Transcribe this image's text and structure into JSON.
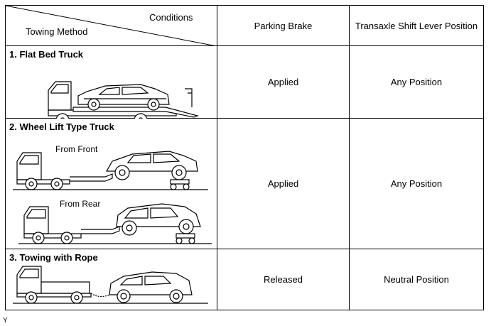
{
  "header": {
    "conditions": "Conditions",
    "towing_method": "Towing Method",
    "parking_brake": "Parking Brake",
    "shift_lever": "Transaxle Shift Lever Position"
  },
  "rows": [
    {
      "method": "1. Flat Bed Truck",
      "parking_brake": "Applied",
      "shift_lever": "Any Position"
    },
    {
      "method": "2. Wheel Lift Type Truck",
      "from_front": "From Front",
      "from_rear": "From Rear",
      "parking_brake": "Applied",
      "shift_lever": "Any Position"
    },
    {
      "method": "3. Towing with Rope",
      "parking_brake": "Released",
      "shift_lever": "Neutral Position"
    }
  ],
  "footer_code": "Y"
}
